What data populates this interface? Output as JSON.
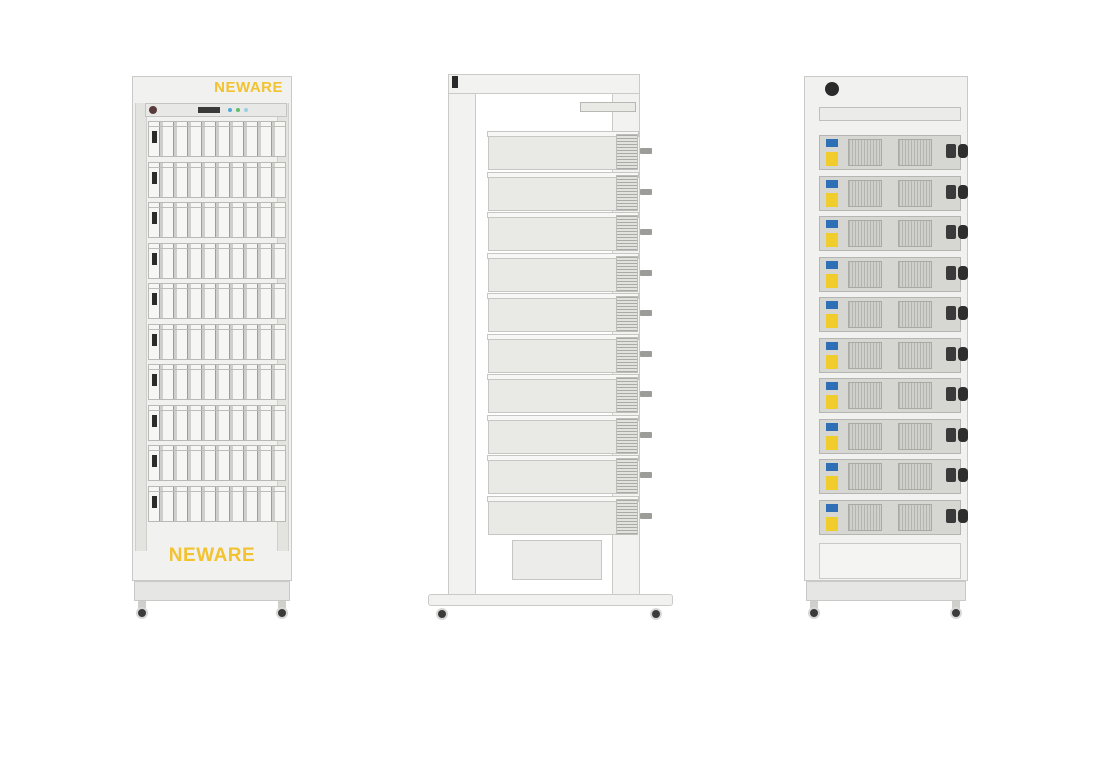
{
  "front_rack": {
    "brand_top": "NEWARE",
    "brand_bottom": "NEWARE",
    "module_count": 10,
    "led_colors": [
      "#4fa9d8",
      "#5fbf6a",
      "#9ad0e6"
    ],
    "brand_color": "#f2c230"
  },
  "side_rack": {
    "shelf_count": 10
  },
  "back_rack": {
    "module_count": 10,
    "warning_label_color": "#f0cc2c",
    "port_color": "#2f6fb5"
  }
}
